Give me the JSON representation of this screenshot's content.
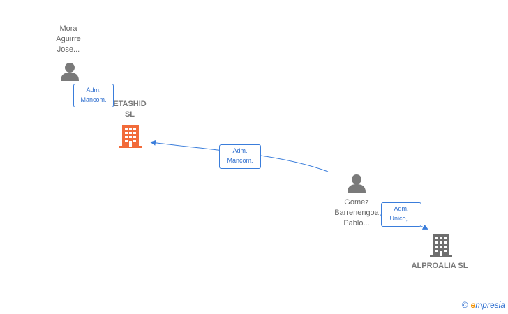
{
  "nodes": {
    "mora": {
      "lines": [
        "Mora",
        "Aguirre",
        "Jose..."
      ],
      "type": "person"
    },
    "etashid": {
      "lines": [
        "ETASHID",
        "SL"
      ],
      "type": "company",
      "color": "#f26b3a"
    },
    "gomez": {
      "lines": [
        "Gomez",
        "Barrenengoa",
        "Pablo..."
      ],
      "type": "person"
    },
    "alproalia": {
      "lines": [
        "ALPROALIA SL"
      ],
      "type": "company",
      "color": "#6e6e6e"
    }
  },
  "edges": [
    {
      "from": "mora",
      "to": "etashid",
      "label": [
        "Adm.",
        "Mancom."
      ]
    },
    {
      "from": "gomez",
      "to": "etashid",
      "label": [
        "Adm.",
        "Mancom."
      ]
    },
    {
      "from": "gomez",
      "to": "alproalia",
      "label": [
        "Adm.",
        "Unico,..."
      ]
    }
  ],
  "footer": {
    "copyright": "©",
    "brand_e": "e",
    "brand_rest": "mpresia"
  },
  "colors": {
    "edge": "#3a7ddb",
    "person_icon": "#7a7a7a"
  }
}
